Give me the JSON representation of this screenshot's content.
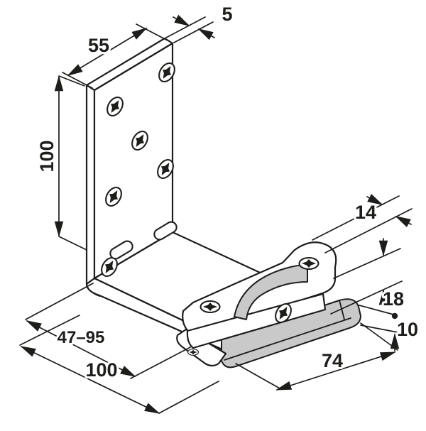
{
  "drawing": {
    "background": "#ffffff",
    "line_color": "#1d1d1b",
    "shade_color": "#c9c9c9",
    "dimensions": {
      "plate_thickness": "5",
      "plate_width": "55",
      "plate_height": "100",
      "hook_width": "14",
      "hook_height": "18",
      "plate_clearance": "10",
      "adjustment_range": "47–95",
      "base_depth": "100",
      "slide_length": "74"
    }
  }
}
